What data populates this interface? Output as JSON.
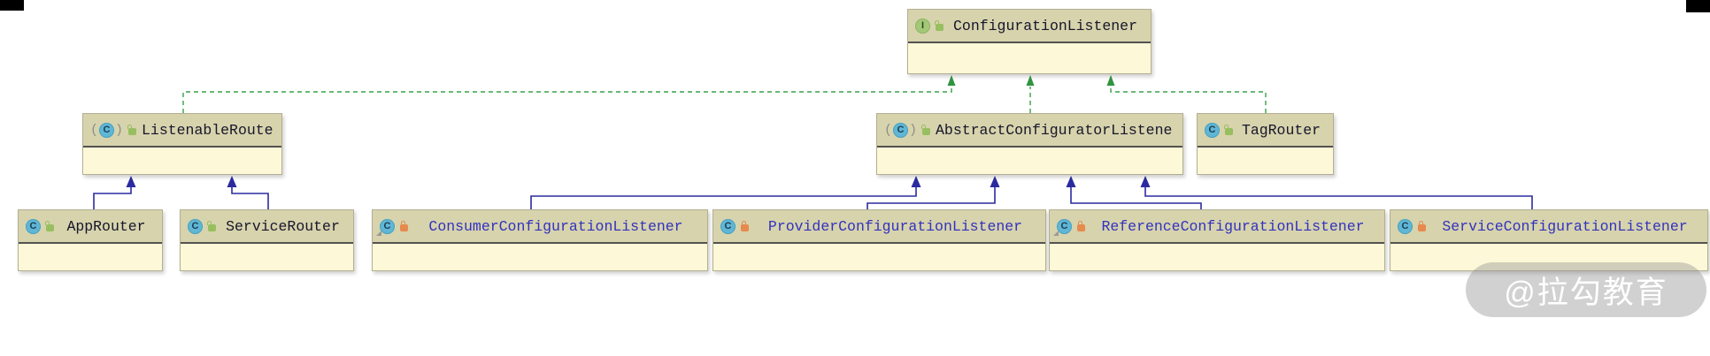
{
  "watermark": {
    "text": "@拉勾教育"
  },
  "diagram": {
    "nodes": [
      {
        "name": "ConfigurationListener",
        "badge": "I",
        "type": "interface",
        "visibility": "package-local"
      },
      {
        "name": "ListenableRouter",
        "badge": "C",
        "type": "abstract-class",
        "visibility": "package-local"
      },
      {
        "name": "AbstractConfiguratorListener",
        "badge": "C",
        "type": "abstract-class",
        "visibility": "package-local"
      },
      {
        "name": "TagRouter",
        "badge": "C",
        "type": "class",
        "visibility": "package-local"
      },
      {
        "name": "AppRouter",
        "badge": "C",
        "type": "class",
        "visibility": "package-local"
      },
      {
        "name": "ServiceRouter",
        "badge": "C",
        "type": "class",
        "visibility": "package-local"
      },
      {
        "name": "ConsumerConfigurationListener",
        "badge": "C",
        "type": "inner-class",
        "visibility": "private"
      },
      {
        "name": "ProviderConfigurationListener",
        "badge": "C",
        "type": "class",
        "visibility": "private"
      },
      {
        "name": "ReferenceConfigurationListener",
        "badge": "C",
        "type": "inner-class",
        "visibility": "private"
      },
      {
        "name": "ServiceConfigurationListener",
        "badge": "C",
        "type": "class",
        "visibility": "private"
      }
    ],
    "edges": [
      {
        "from": "ListenableRouter",
        "to": "ConfigurationListener",
        "type": "implements"
      },
      {
        "from": "AbstractConfiguratorListener",
        "to": "ConfigurationListener",
        "type": "implements"
      },
      {
        "from": "TagRouter",
        "to": "ConfigurationListener",
        "type": "implements"
      },
      {
        "from": "AppRouter",
        "to": "ListenableRouter",
        "type": "extends"
      },
      {
        "from": "ServiceRouter",
        "to": "ListenableRouter",
        "type": "extends"
      },
      {
        "from": "ConsumerConfigurationListener",
        "to": "AbstractConfiguratorListener",
        "type": "extends"
      },
      {
        "from": "ProviderConfigurationListener",
        "to": "AbstractConfiguratorListener",
        "type": "extends"
      },
      {
        "from": "ReferenceConfigurationListener",
        "to": "AbstractConfiguratorListener",
        "type": "extends"
      }
    ],
    "colors": {
      "node_title_bg": "#d7d3ac",
      "node_body_bg": "#fdf8d7",
      "implements_edge": "#3aa048",
      "extends_edge": "#2b2ba0",
      "class_icon": "#5fb6d5",
      "interface_icon": "#a2c878",
      "private_lock": "#e68a4e",
      "package_lock": "#97bf60",
      "blue_label": "#3232c0",
      "dark_label": "#16162c"
    }
  }
}
